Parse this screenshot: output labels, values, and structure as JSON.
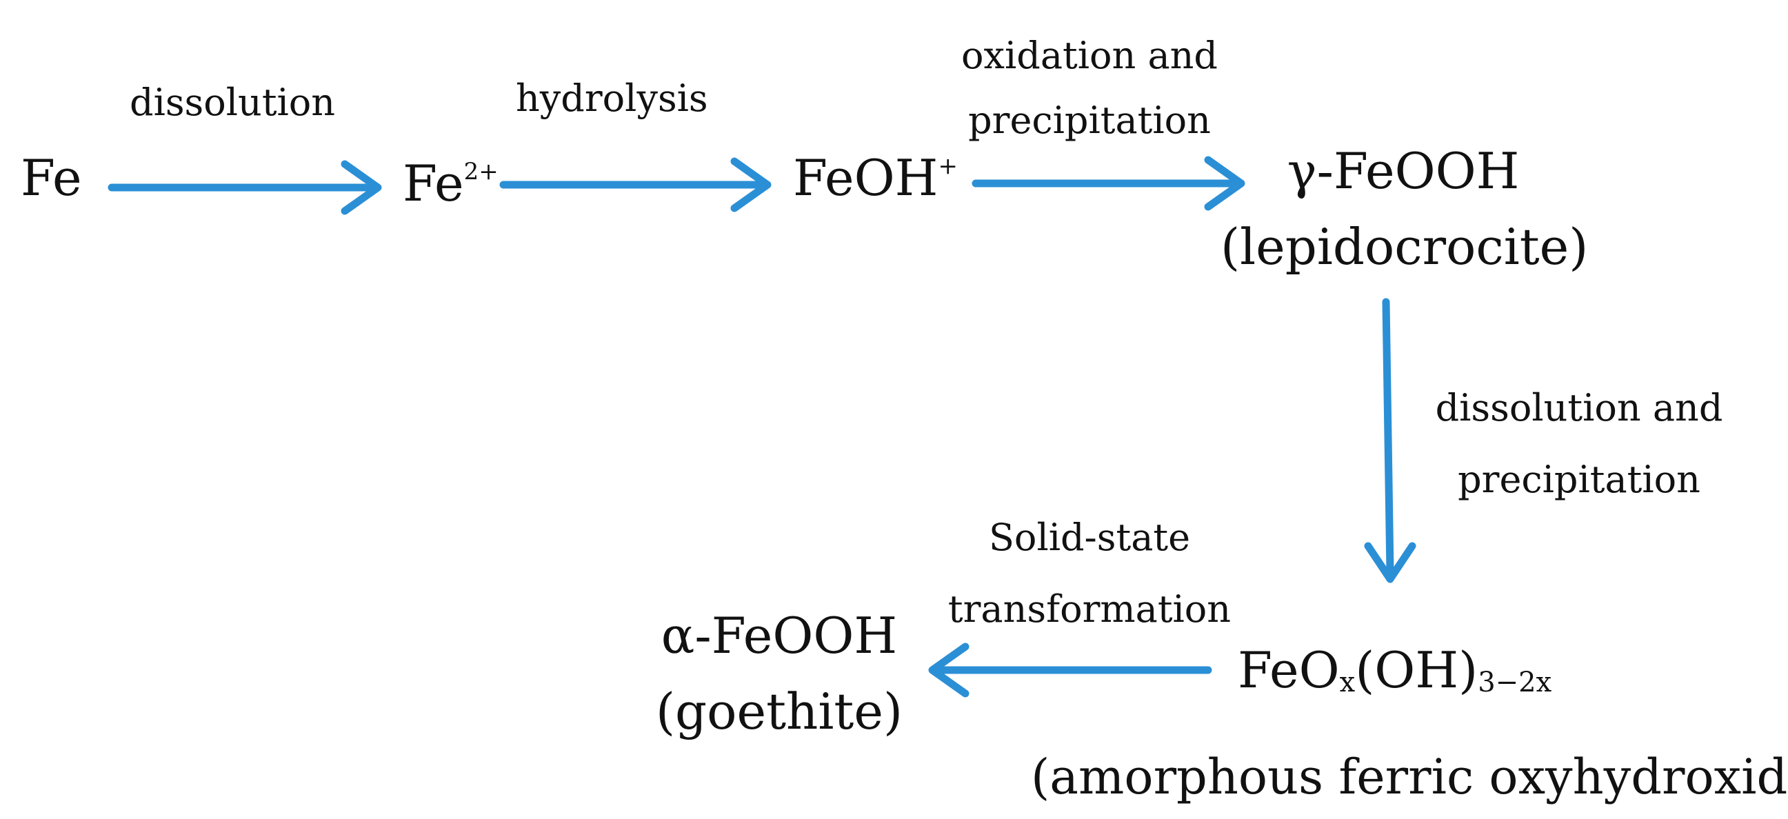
{
  "colors": {
    "arrow": "#2b8fd6",
    "text": "#111111",
    "background": "#ffffff"
  },
  "nodes": {
    "fe": {
      "text": "Fe"
    },
    "fe2": {
      "base": "Fe",
      "charge": "2+"
    },
    "feoh": {
      "base": "FeOH",
      "charge": "+"
    },
    "lepidocrocite": {
      "formula": "γ-FeOOH",
      "name": "(lepidocrocite)"
    },
    "amorphous": {
      "base1": "FeO",
      "sub1": "x",
      "base2": "(OH)",
      "sub2": "3−2x",
      "name": "(amorphous ferric oxyhydroxide)"
    },
    "goethite": {
      "formula": "α-FeOOH",
      "name": "(goethite)"
    }
  },
  "steps": {
    "dissolution": {
      "text": "dissolution"
    },
    "hydrolysis": {
      "text": "hydrolysis"
    },
    "oxidation": {
      "line1": "oxidation and",
      "line2": "precipitation"
    },
    "dissolution_precip": {
      "line1": "dissolution and",
      "line2": "precipitation"
    },
    "solid_state": {
      "line1": "Solid-state",
      "line2": "transformation"
    }
  }
}
